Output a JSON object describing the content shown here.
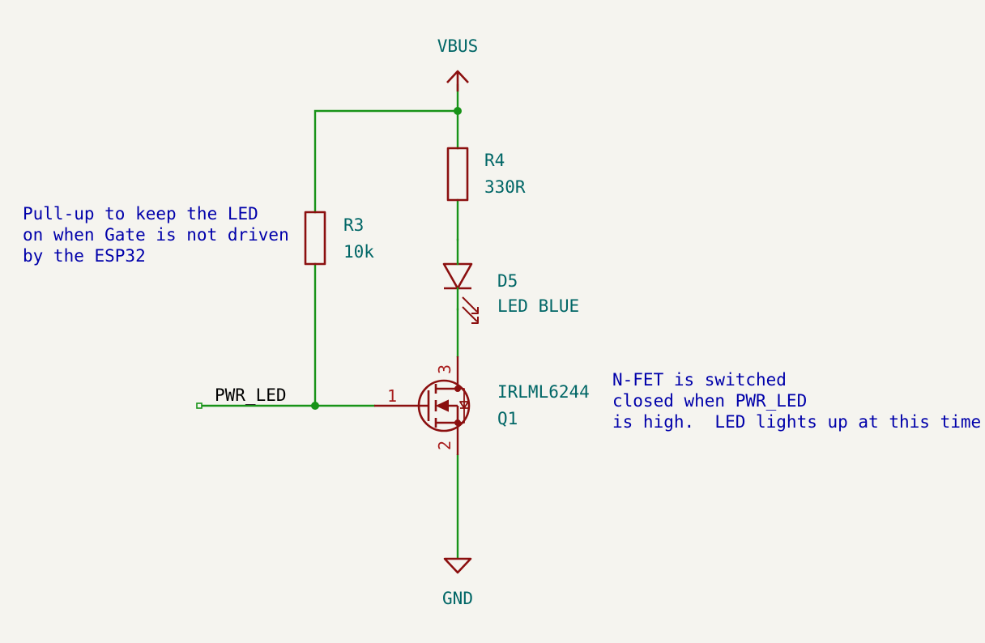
{
  "power": {
    "vbus_label": "VBUS",
    "gnd_label": "GND"
  },
  "components": {
    "r4": {
      "ref": "R4",
      "value": "330R"
    },
    "r3": {
      "ref": "R3",
      "value": "10k"
    },
    "d5": {
      "ref": "D5",
      "value": "LED BLUE"
    },
    "q1": {
      "ref": "Q1",
      "value": "IRLML6244",
      "pin_gate": "1",
      "pin_drain": "3",
      "pin_source": "2"
    }
  },
  "nets": {
    "gate_label": "PWR_LED"
  },
  "notes": {
    "pullup": [
      "Pull-up to keep the LED",
      "on when Gate is not driven",
      "by the ESP32"
    ],
    "fet": [
      "N-FET is switched",
      "closed when PWR_LED",
      "is high.  LED lights up at this time"
    ]
  },
  "colors": {
    "background": "#f5f4ef",
    "wire": "#189318",
    "symbol": "#8b0f0f",
    "reference": "#006666",
    "note": "#0000aa"
  }
}
